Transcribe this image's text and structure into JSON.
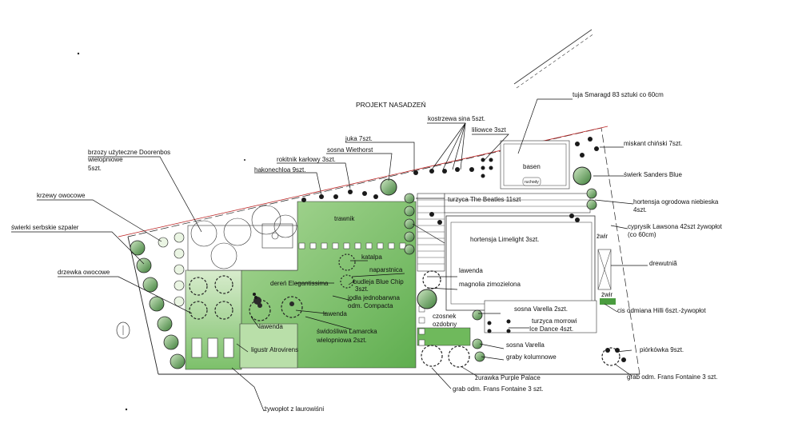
{
  "title": "PROJEKT NASADZEŃ",
  "colors": {
    "lawn": "#8fc87a",
    "lawn_light": "#c9e6b8",
    "shrub_dark": "#2f4f2f",
    "pool": "#ffffff",
    "deck": "#ffffff",
    "line": "#111111"
  },
  "labels": {
    "tuja": "tuja Smaragd 83 sztuki co 60cm",
    "kostrzewa": "kostrzewa sina 5szt.",
    "liliowce": "liliowce 3szt",
    "juka": "juka 7szt.",
    "sosna_wiethorst": "sosna Wiethorst",
    "rokitnik": "rokitnik karłowy 3szt.",
    "hakonechloa": "hakonechloa 9szt.",
    "brzozy_1": "brzozy użyteczne Doorenbos",
    "brzozy_2": "wielopniowe",
    "brzozy_3": "5szt.",
    "krzewy": "krzewy owocowe",
    "swierki_serbskie": "świerki serbskie szpaler",
    "drzewka": "drzewka owocowe",
    "miskant": "miskant chiński  7szt.",
    "swierk_sanders": "świerk Sanders Blue",
    "hortensja_ogrodowa_1": "hortensja ogrodowa niebieska",
    "hortensja_ogrodowa_2": "4szt.",
    "cyprysik_1": "cyprysik Lawsona 42szt żywopłot",
    "cyprysik_2": "(co 60cm)",
    "drewutnia": "drewutniã",
    "basen": "basen",
    "turzyca_beatles": "turzyca The Beatles 11szt",
    "trawnik": "trawnik",
    "hortensja_limelight": "hortensja Limelight 3szt.",
    "zwir_1": "żwir",
    "zwir_2": "żwir",
    "katalpa": "katalpa",
    "naparstnica": "naparstnica",
    "deren": "dereń Elegantissima",
    "budleja_1": "budleja Blue Chip",
    "budleja_2": "3szt.",
    "jodla_1": "jodła jednobarwna",
    "jodla_2": "odm. Compacta",
    "lawenda_1": "lawenda",
    "magnolia": "magnolia zimozielona",
    "lawenda_2": "lawenda",
    "lawenda_3": "lawenda",
    "swidosliwa_1": "świdośliwa Lamarcka",
    "swidosliwa_2": "wielopniowa 2szt.",
    "ligustr": "ligustr Atrovirens",
    "czosnek_1": "czosnek",
    "czosnek_2": "ozdobny",
    "sosna_varella_1": "sosna Varella  2szt.",
    "turzyca_morrowi_1": "turzyca morrowi",
    "turzyca_morrowi_2": "Ice Dance 4szt.",
    "sosna_varella_2": "sosna Varella",
    "graby_kolumnowe": "graby kolumnowe",
    "cis": "cis odmiana Hilli  6szt.-żywopłot",
    "piorkowka": "piórkówka 9szt.",
    "zurawka": "żurawka Purple Palace",
    "grab_1": "grab odm. Frans Fontaine 3 szt.",
    "grab_2": "grab odm. Frans Fontaine 3 szt.",
    "zywoplot": "żywopłot z laurowiśni",
    "ruchoody": "ruchody"
  }
}
